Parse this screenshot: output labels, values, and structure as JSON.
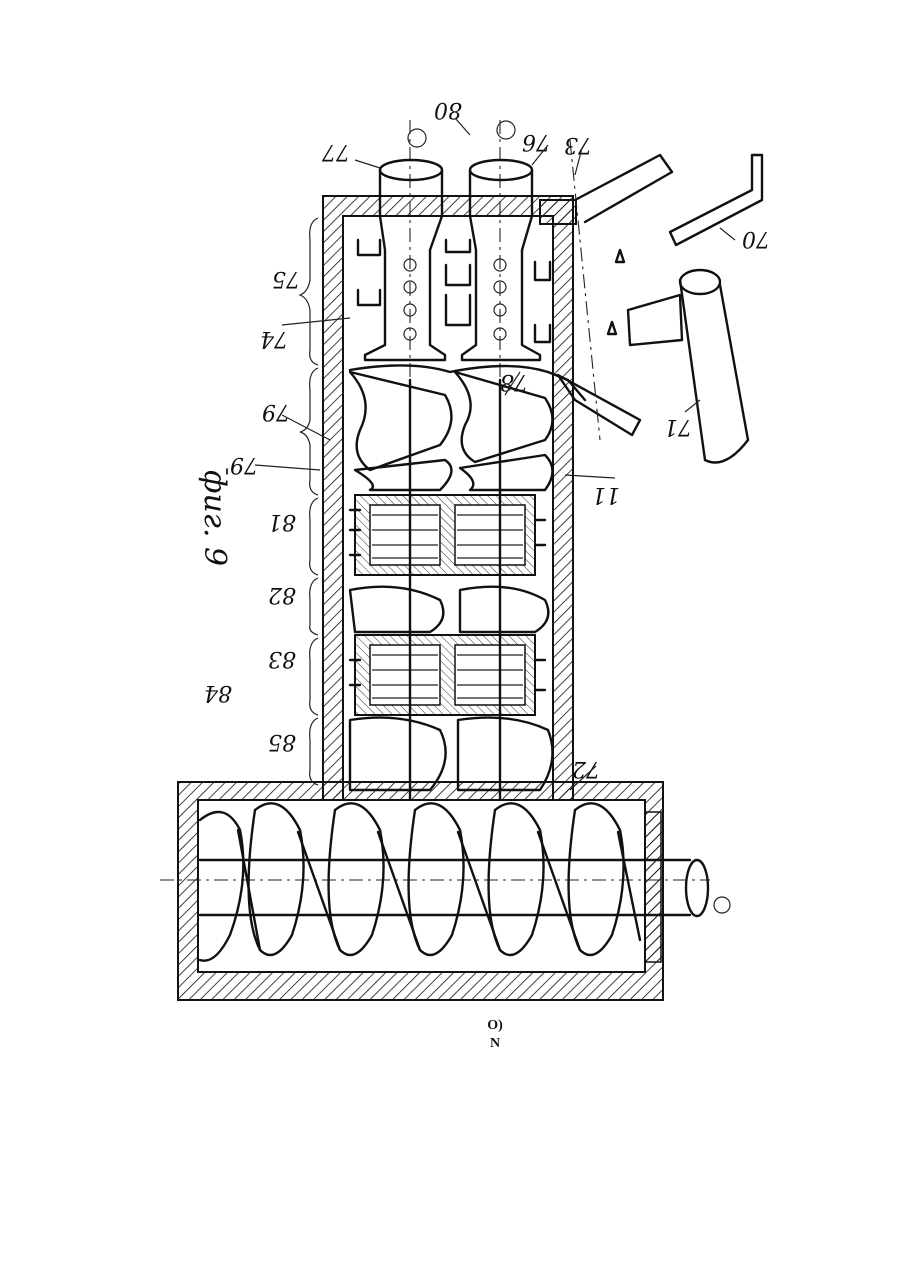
{
  "figure": {
    "caption": "фиг. 9",
    "labels": {
      "l70": "70",
      "l71": "71",
      "l72": "72",
      "l73": "73",
      "l74": "74",
      "l75": "75",
      "l76": "76",
      "l77": "77",
      "l78": "78",
      "l79": "79",
      "l79p": "79'",
      "l80": "80",
      "l81": "81",
      "l82": "82",
      "l83": "83",
      "l84": "84",
      "l85": "85",
      "l11": "11"
    }
  },
  "page_marks": {
    "line1": "O)",
    "line2": "N"
  }
}
